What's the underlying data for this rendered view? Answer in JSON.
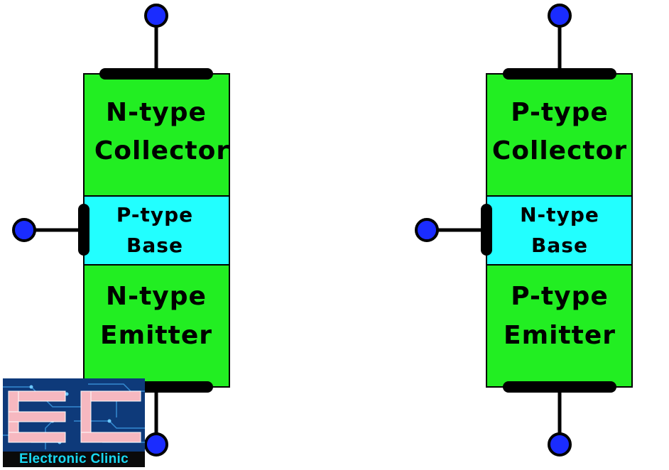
{
  "transistors": [
    {
      "collector": [
        "N-type",
        "Collector"
      ],
      "base": [
        "P-type",
        "Base"
      ],
      "emitter": [
        "N-type",
        "Emitter"
      ]
    },
    {
      "collector": [
        "P-type",
        "Collector"
      ],
      "base": [
        "N-type",
        "Base"
      ],
      "emitter": [
        "P-type",
        "Emitter"
      ]
    }
  ],
  "logo": {
    "text": "Electronic Clinic"
  },
  "colors": {
    "collector_emitter_fill": "#22ee22",
    "base_fill": "#22ffff",
    "terminal": "#1a2cff",
    "contact": "#000000",
    "logo_bg": "#0e3a7a",
    "logo_text": "#19d8f2",
    "logo_mark": "#f6b8c0"
  }
}
